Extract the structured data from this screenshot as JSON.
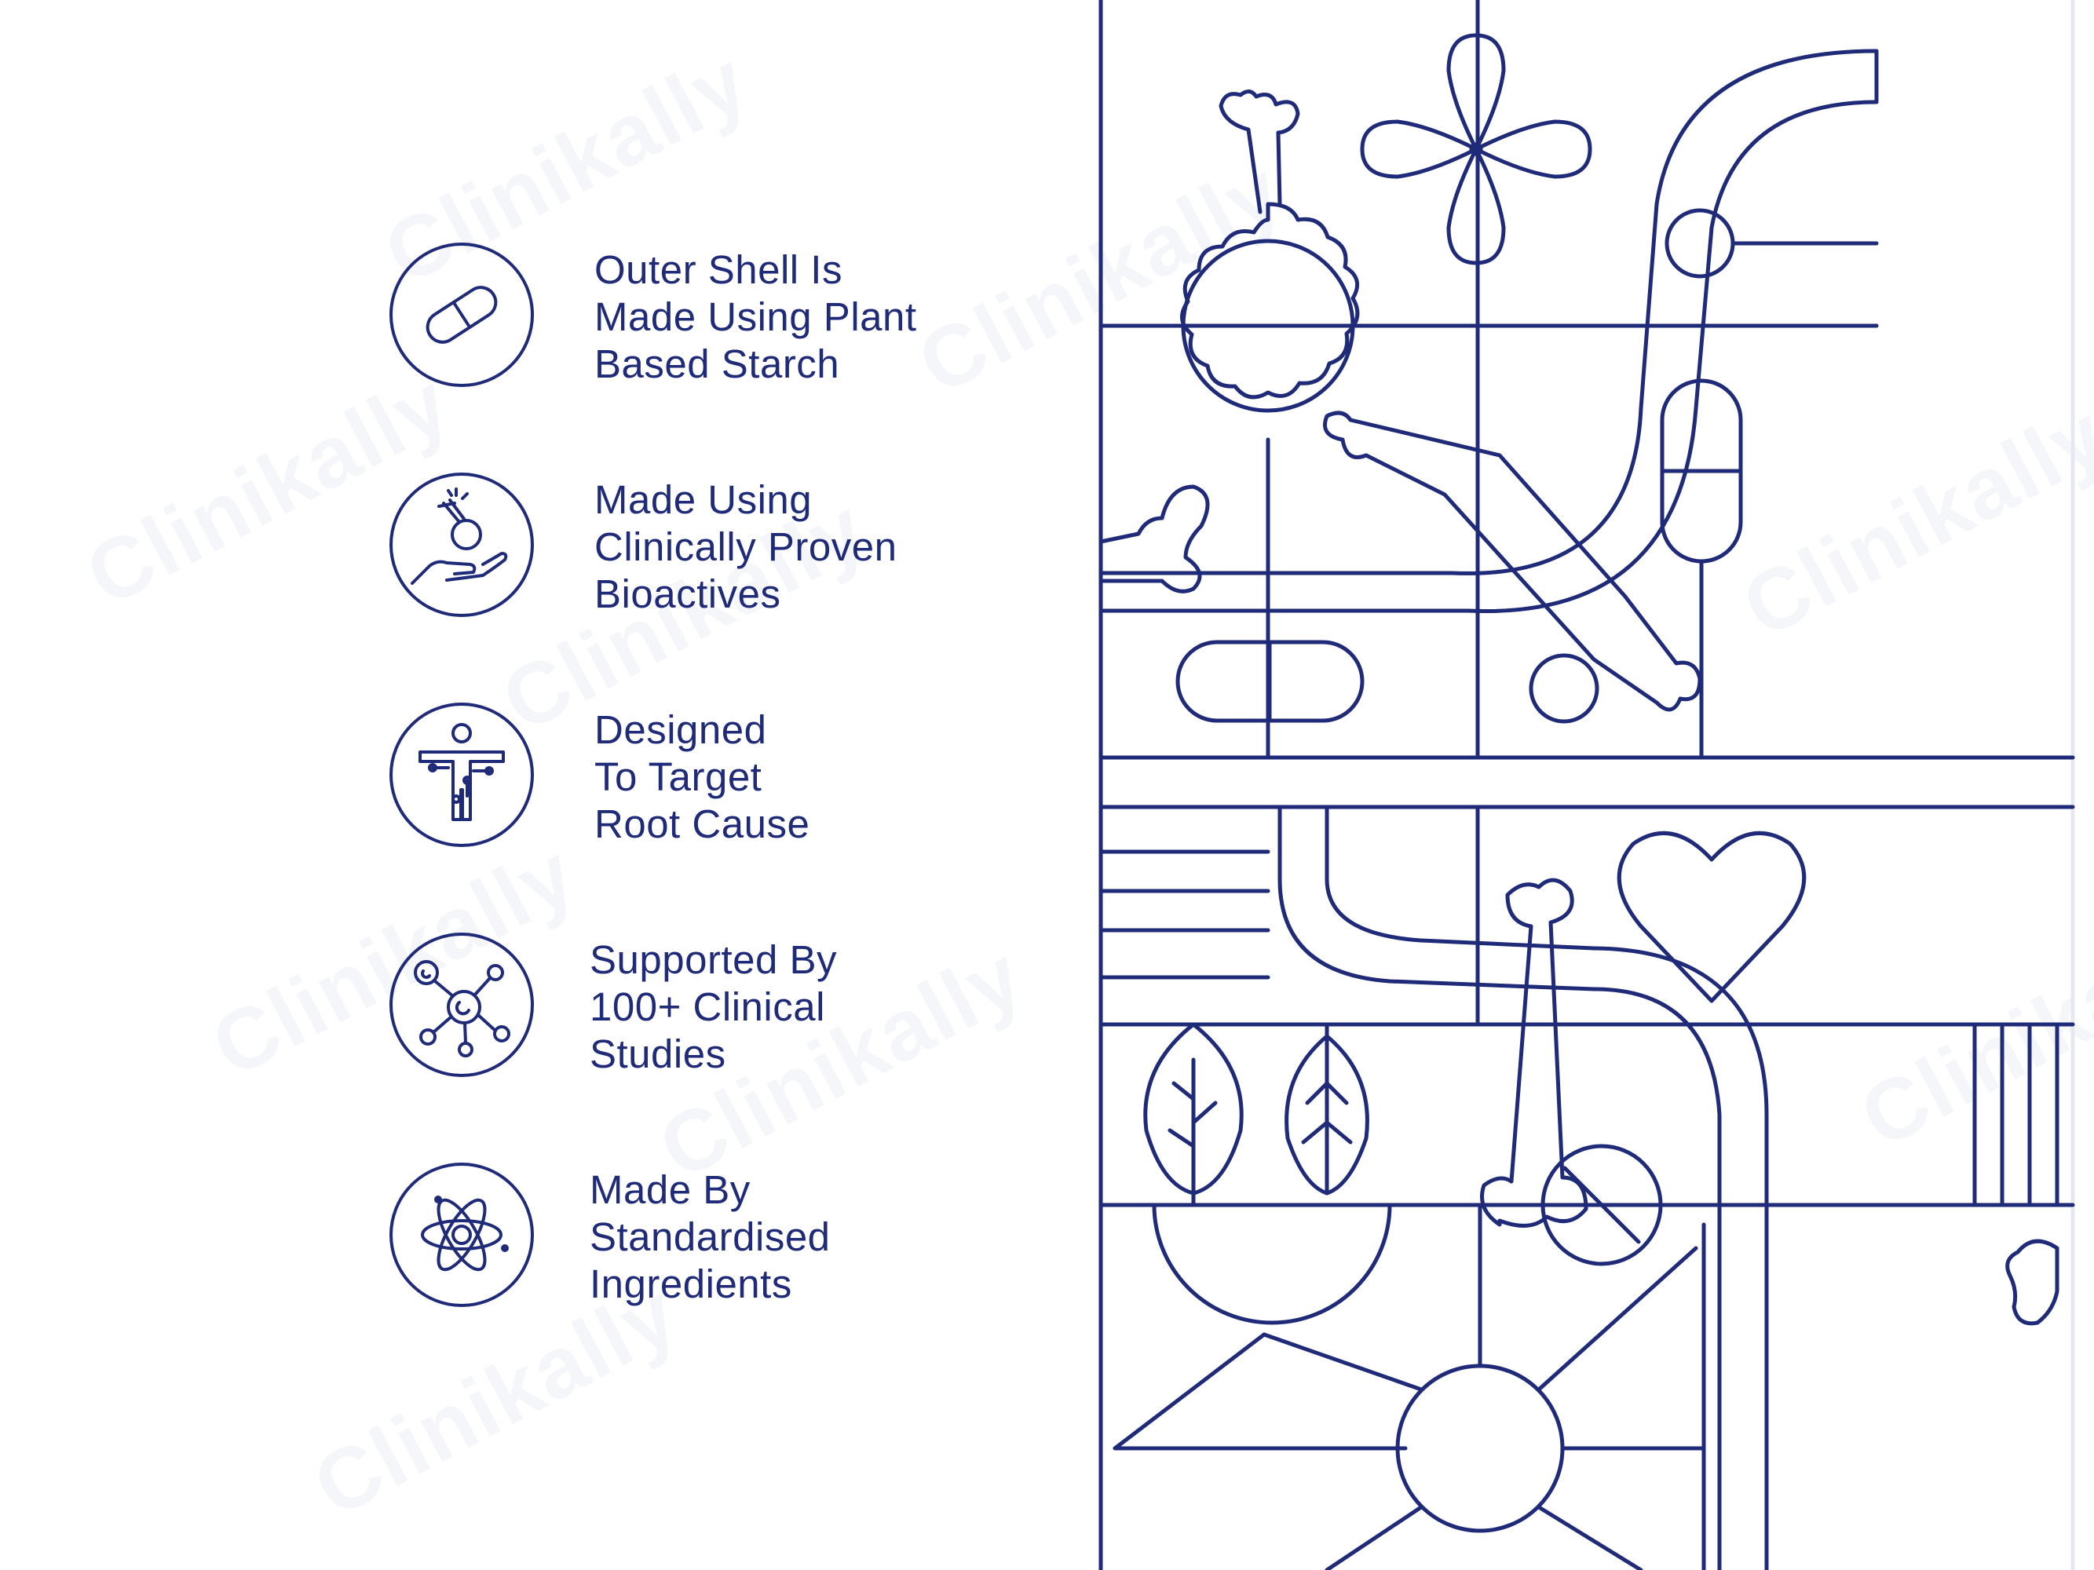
{
  "brand": {
    "ink_color": "#1f2a78",
    "background": "#ffffff",
    "watermark_text": "Clinikally"
  },
  "features": [
    {
      "icon": "capsule-icon",
      "lines": [
        "Outer Shell Is",
        "Made Using Plant",
        "Based Starch"
      ]
    },
    {
      "icon": "flask-in-hand-icon",
      "lines": [
        "Made Using",
        "Clinically Proven",
        "Bioactives"
      ]
    },
    {
      "icon": "human-body-target-icon",
      "lines": [
        "Designed",
        "To Target",
        "Root Cause"
      ]
    },
    {
      "icon": "molecule-network-icon",
      "lines": [
        "Supported By",
        "100+ Clinical",
        "Studies"
      ]
    },
    {
      "icon": "atom-icon",
      "lines": [
        "Made By",
        "Standardised",
        "Ingredients"
      ]
    }
  ]
}
